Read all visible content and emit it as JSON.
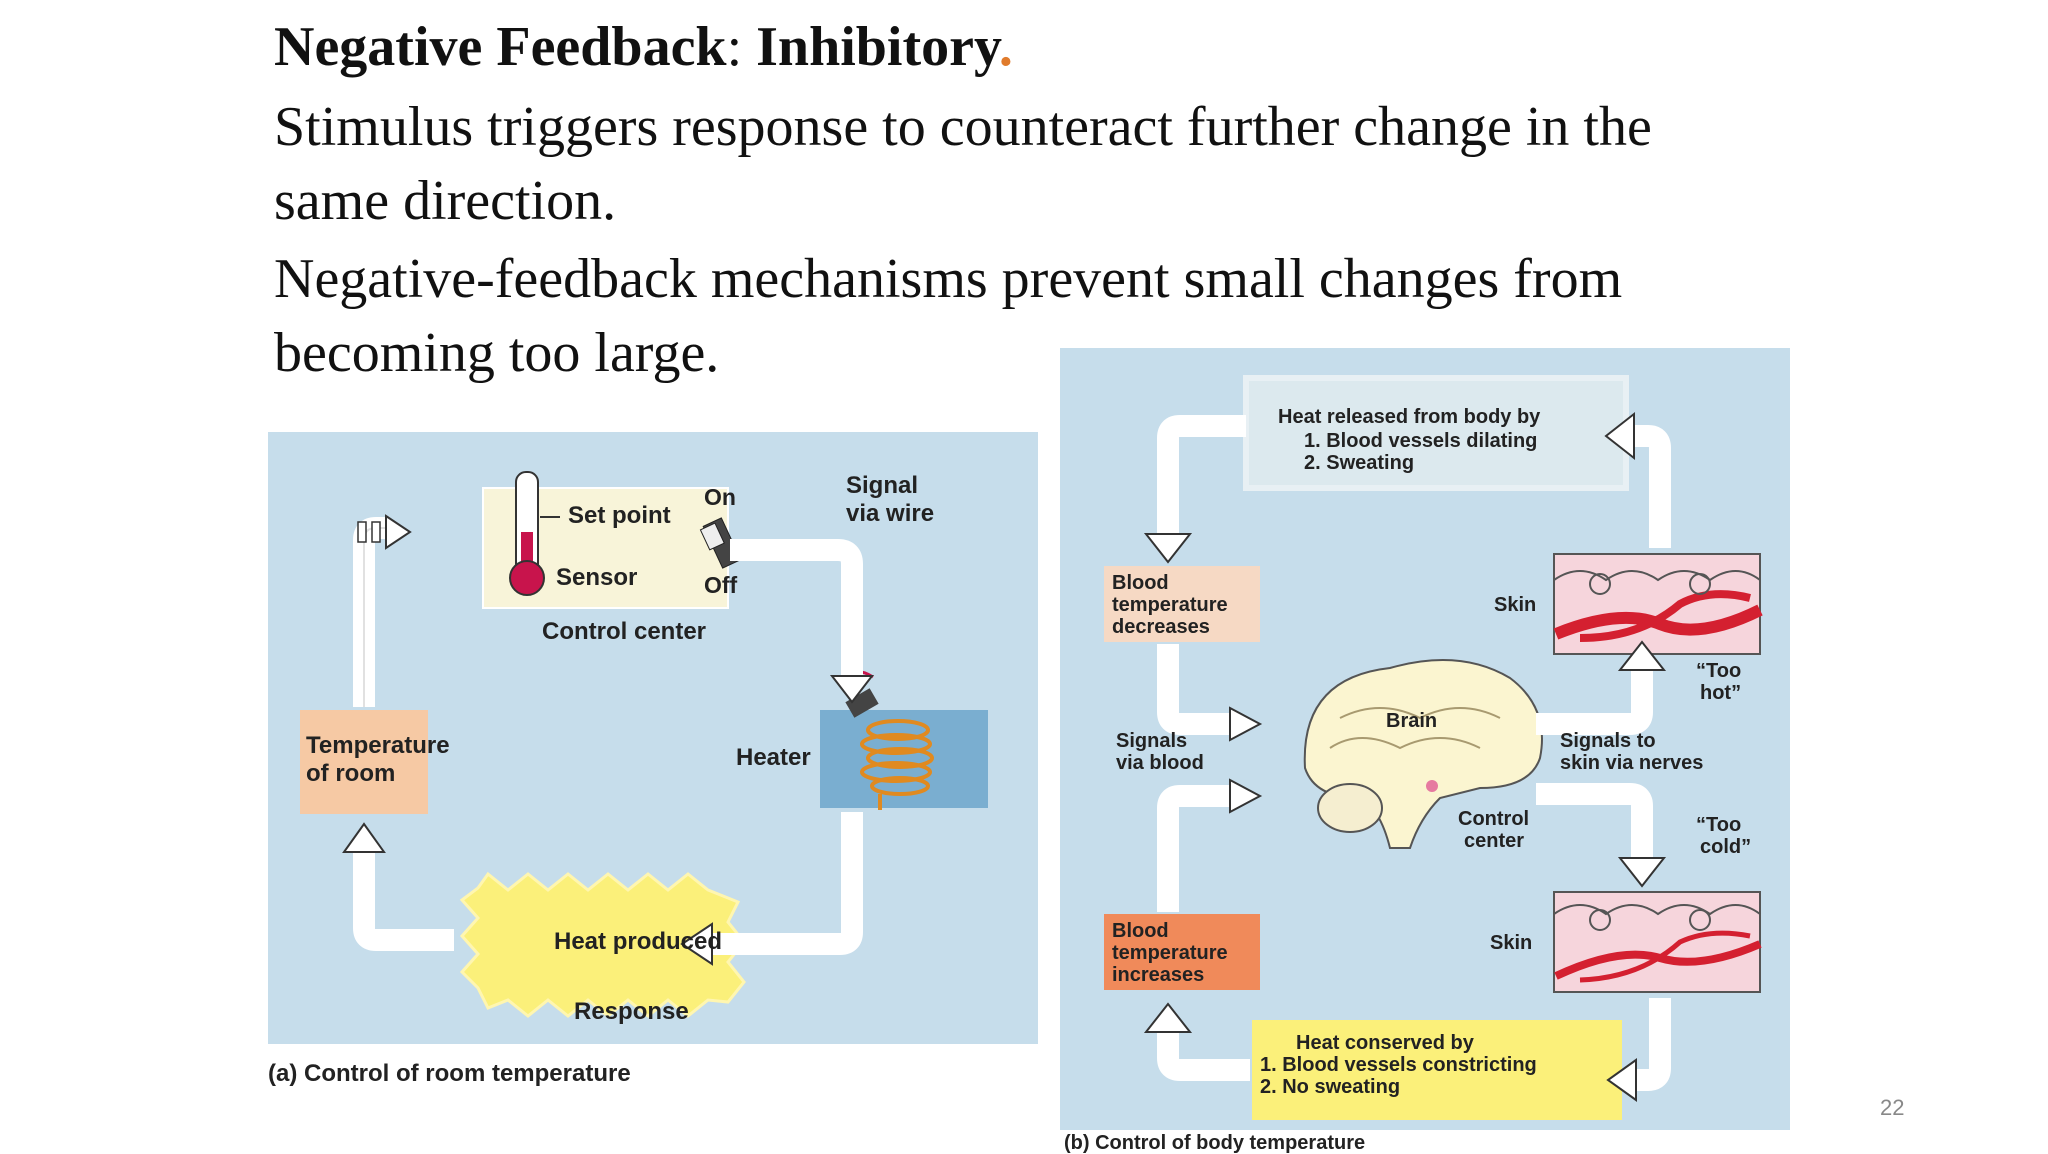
{
  "slide": {
    "title_part1": "Negative Feedback",
    "title_colon": ": ",
    "title_part2": "Inhibitory",
    "title_dot": ".",
    "para1_line1": "Stimulus triggers response to counteract further change in the",
    "para1_line2": "same direction.",
    "para2_line1": "Negative-feedback mechanisms prevent small changes from",
    "para2_line2": "becoming too large.",
    "page_number": "22"
  },
  "diagram_a": {
    "set_point": "Set point",
    "sensor": "Sensor",
    "on": "On",
    "off": "Off",
    "control_center": "Control center",
    "signal_line1": "Signal",
    "signal_line2": "via wire",
    "heater": "Heater",
    "temp_line1": "Temperature",
    "temp_line2": "of room",
    "heat_produced": "Heat produced",
    "response": "Response",
    "caption": "(a) Control of room temperature"
  },
  "diagram_b": {
    "heat_released_title": "Heat released from body by",
    "heat_released_1": "1.  Blood vessels dilating",
    "heat_released_2": "2.  Sweating",
    "blood_dec_1": "Blood",
    "blood_dec_2": "temperature",
    "blood_dec_3": "decreases",
    "skin_top": "Skin",
    "too_hot_1": "“Too",
    "too_hot_2": "hot”",
    "brain": "Brain",
    "signals_blood_1": "Signals",
    "signals_blood_2": "via blood",
    "signals_nerves_1": "Signals to",
    "signals_nerves_2": "skin via nerves",
    "control_1": "Control",
    "control_2": "center",
    "too_cold_1": "“Too",
    "too_cold_2": "cold”",
    "blood_inc_1": "Blood",
    "blood_inc_2": "temperature",
    "blood_inc_3": "increases",
    "skin_bottom": "Skin",
    "heat_conserved_title": "Heat conserved by",
    "heat_conserved_1": "1.  Blood vessels constricting",
    "heat_conserved_2": "2.  No sweating",
    "caption": "(b) Control of body temperature"
  },
  "colors": {
    "panel_bg": "#c6ddeb",
    "orange_box": "#f6c9a4",
    "yellow_box": "#fbf07a",
    "cream_box": "#f8f4d9",
    "heater_box": "#7aaed0",
    "skin_pink": "#f6d5dc",
    "vessel_red": "#d42030",
    "title_dot": "#e07b2c"
  }
}
